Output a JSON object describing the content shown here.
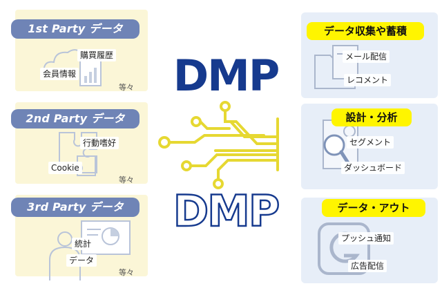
{
  "center": {
    "title_top": "DMP",
    "title_bottom": "DMP"
  },
  "left_panels": [
    {
      "heading": "1st Party データ",
      "tags": [
        "購買履歴",
        "会員情報"
      ],
      "etc": "等々"
    },
    {
      "heading": "2nd Party データ",
      "tags": [
        "行動嗜好",
        "Cookie"
      ],
      "etc": "等々"
    },
    {
      "heading": "3rd Party データ",
      "tags": [
        "統計",
        "データ"
      ],
      "etc": "等々"
    }
  ],
  "right_panels": [
    {
      "heading": "データ収集や蓄積",
      "tags": [
        "メール配信",
        "レコメント"
      ]
    },
    {
      "heading": "設計・分析",
      "tags": [
        "セグメント",
        "ダッシュボード"
      ]
    },
    {
      "heading": "データ・アウト",
      "tags": [
        "プッシュ通知",
        "広告配信"
      ]
    }
  ],
  "colors": {
    "left_panel_bg": "#fbf6d7",
    "left_heading_bg": "#6f84b6",
    "right_panel_bg": "#e7eef8",
    "right_heading_bg": "#fff500",
    "dmp_blue": "#163a8e",
    "circuit_yellow": "#e6d832"
  },
  "icons": [
    "cloud-document-icon",
    "puzzle-icon",
    "presenter-chart-icon",
    "folder-document-icon",
    "report-magnifier-icon",
    "g-logo-icon",
    "circuit-icon"
  ]
}
